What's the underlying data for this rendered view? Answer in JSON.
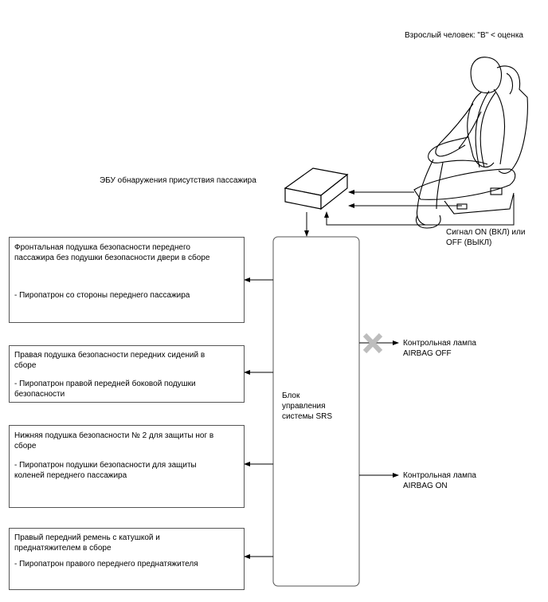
{
  "header": {
    "adult_caption": "Взрослый человек: \"B\" < оценка"
  },
  "ecu": {
    "label": "ЭБУ обнаружения присутствия пассажира"
  },
  "signal": {
    "line1": "Сигнал ON (ВКЛ) или",
    "line2": "OFF (ВЫКЛ)"
  },
  "srs": {
    "line1": "Блок",
    "line2": "управления",
    "line3": "системы SRS"
  },
  "lamp_off": {
    "line1": "Контрольная лампа",
    "line2": "AIRBAG OFF"
  },
  "lamp_on": {
    "line1": "Контрольная лампа",
    "line2": "AIRBAG ON"
  },
  "boxes": [
    {
      "l1": "Фронтальная подушка безопасности переднего",
      "l2": "пассажира без подушки безопасности двери в сборе",
      "l3": "- Пиропатрон со стороны переднего пассажира"
    },
    {
      "l1": "Правая подушка безопасности передних сидений в",
      "l2": "сборе",
      "l3": "- Пиропатрон правой передней боковой подушки",
      "l4": "безопасности"
    },
    {
      "l1": "Нижняя подушка безопасности № 2 для защиты ног в",
      "l2": "сборе",
      "l3": "- Пиропатрон подушки безопасности для защиты",
      "l4": "коленей переднего пассажира"
    },
    {
      "l1": "Правый передний ремень с катушкой и",
      "l2": "преднатяжителем в сборе",
      "l3": "- Пиропатрон правого переднего преднатяжителя"
    }
  ]
}
